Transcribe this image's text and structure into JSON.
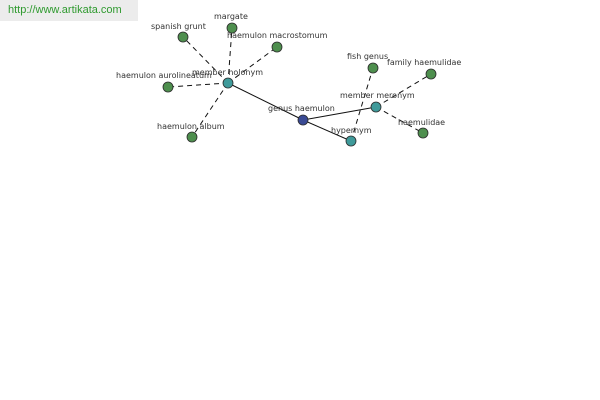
{
  "site": {
    "url": "http://www.artikata.com"
  },
  "colors": {
    "leaf": "#4e8f4e",
    "relation": "#3f9a9a",
    "center": "#3a4a94",
    "node_stroke": "#2b2b2b",
    "edge": "#111111"
  },
  "graph": {
    "nodes": [
      {
        "id": "spanish-grunt",
        "label": "spanish grunt",
        "kind": "leaf"
      },
      {
        "id": "margate",
        "label": "margate",
        "kind": "leaf"
      },
      {
        "id": "haemulon-macrostomum",
        "label": "haemulon macrostomum",
        "kind": "leaf"
      },
      {
        "id": "haemulon-aurolineatum",
        "label": "haemulon aurolineatum",
        "kind": "leaf"
      },
      {
        "id": "member-holonym",
        "label": "member holonym",
        "kind": "relation"
      },
      {
        "id": "haemulon-album",
        "label": "haemulon album",
        "kind": "leaf"
      },
      {
        "id": "genus-haemulon",
        "label": "genus haemulon",
        "kind": "center"
      },
      {
        "id": "fish-genus",
        "label": "fish genus",
        "kind": "leaf"
      },
      {
        "id": "family-haemulidae",
        "label": "family haemulidae",
        "kind": "leaf"
      },
      {
        "id": "member-meronym",
        "label": "member meronym",
        "kind": "relation"
      },
      {
        "id": "hypernym",
        "label": "hypernym",
        "kind": "relation"
      },
      {
        "id": "haemulidae",
        "label": "haemulidae",
        "kind": "leaf"
      }
    ],
    "edges": [
      {
        "from": "genus-haemulon",
        "to": "member-holonym",
        "style": "solid"
      },
      {
        "from": "genus-haemulon",
        "to": "member-meronym",
        "style": "solid"
      },
      {
        "from": "genus-haemulon",
        "to": "hypernym",
        "style": "solid"
      },
      {
        "from": "member-holonym",
        "to": "spanish-grunt",
        "style": "dashed"
      },
      {
        "from": "member-holonym",
        "to": "margate",
        "style": "dashed"
      },
      {
        "from": "member-holonym",
        "to": "haemulon-macrostomum",
        "style": "dashed"
      },
      {
        "from": "member-holonym",
        "to": "haemulon-aurolineatum",
        "style": "dashed"
      },
      {
        "from": "member-holonym",
        "to": "haemulon-album",
        "style": "dashed"
      },
      {
        "from": "member-meronym",
        "to": "family-haemulidae",
        "style": "dashed"
      },
      {
        "from": "member-meronym",
        "to": "haemulidae",
        "style": "dashed"
      },
      {
        "from": "hypernym",
        "to": "fish-genus",
        "style": "dashed"
      }
    ]
  }
}
